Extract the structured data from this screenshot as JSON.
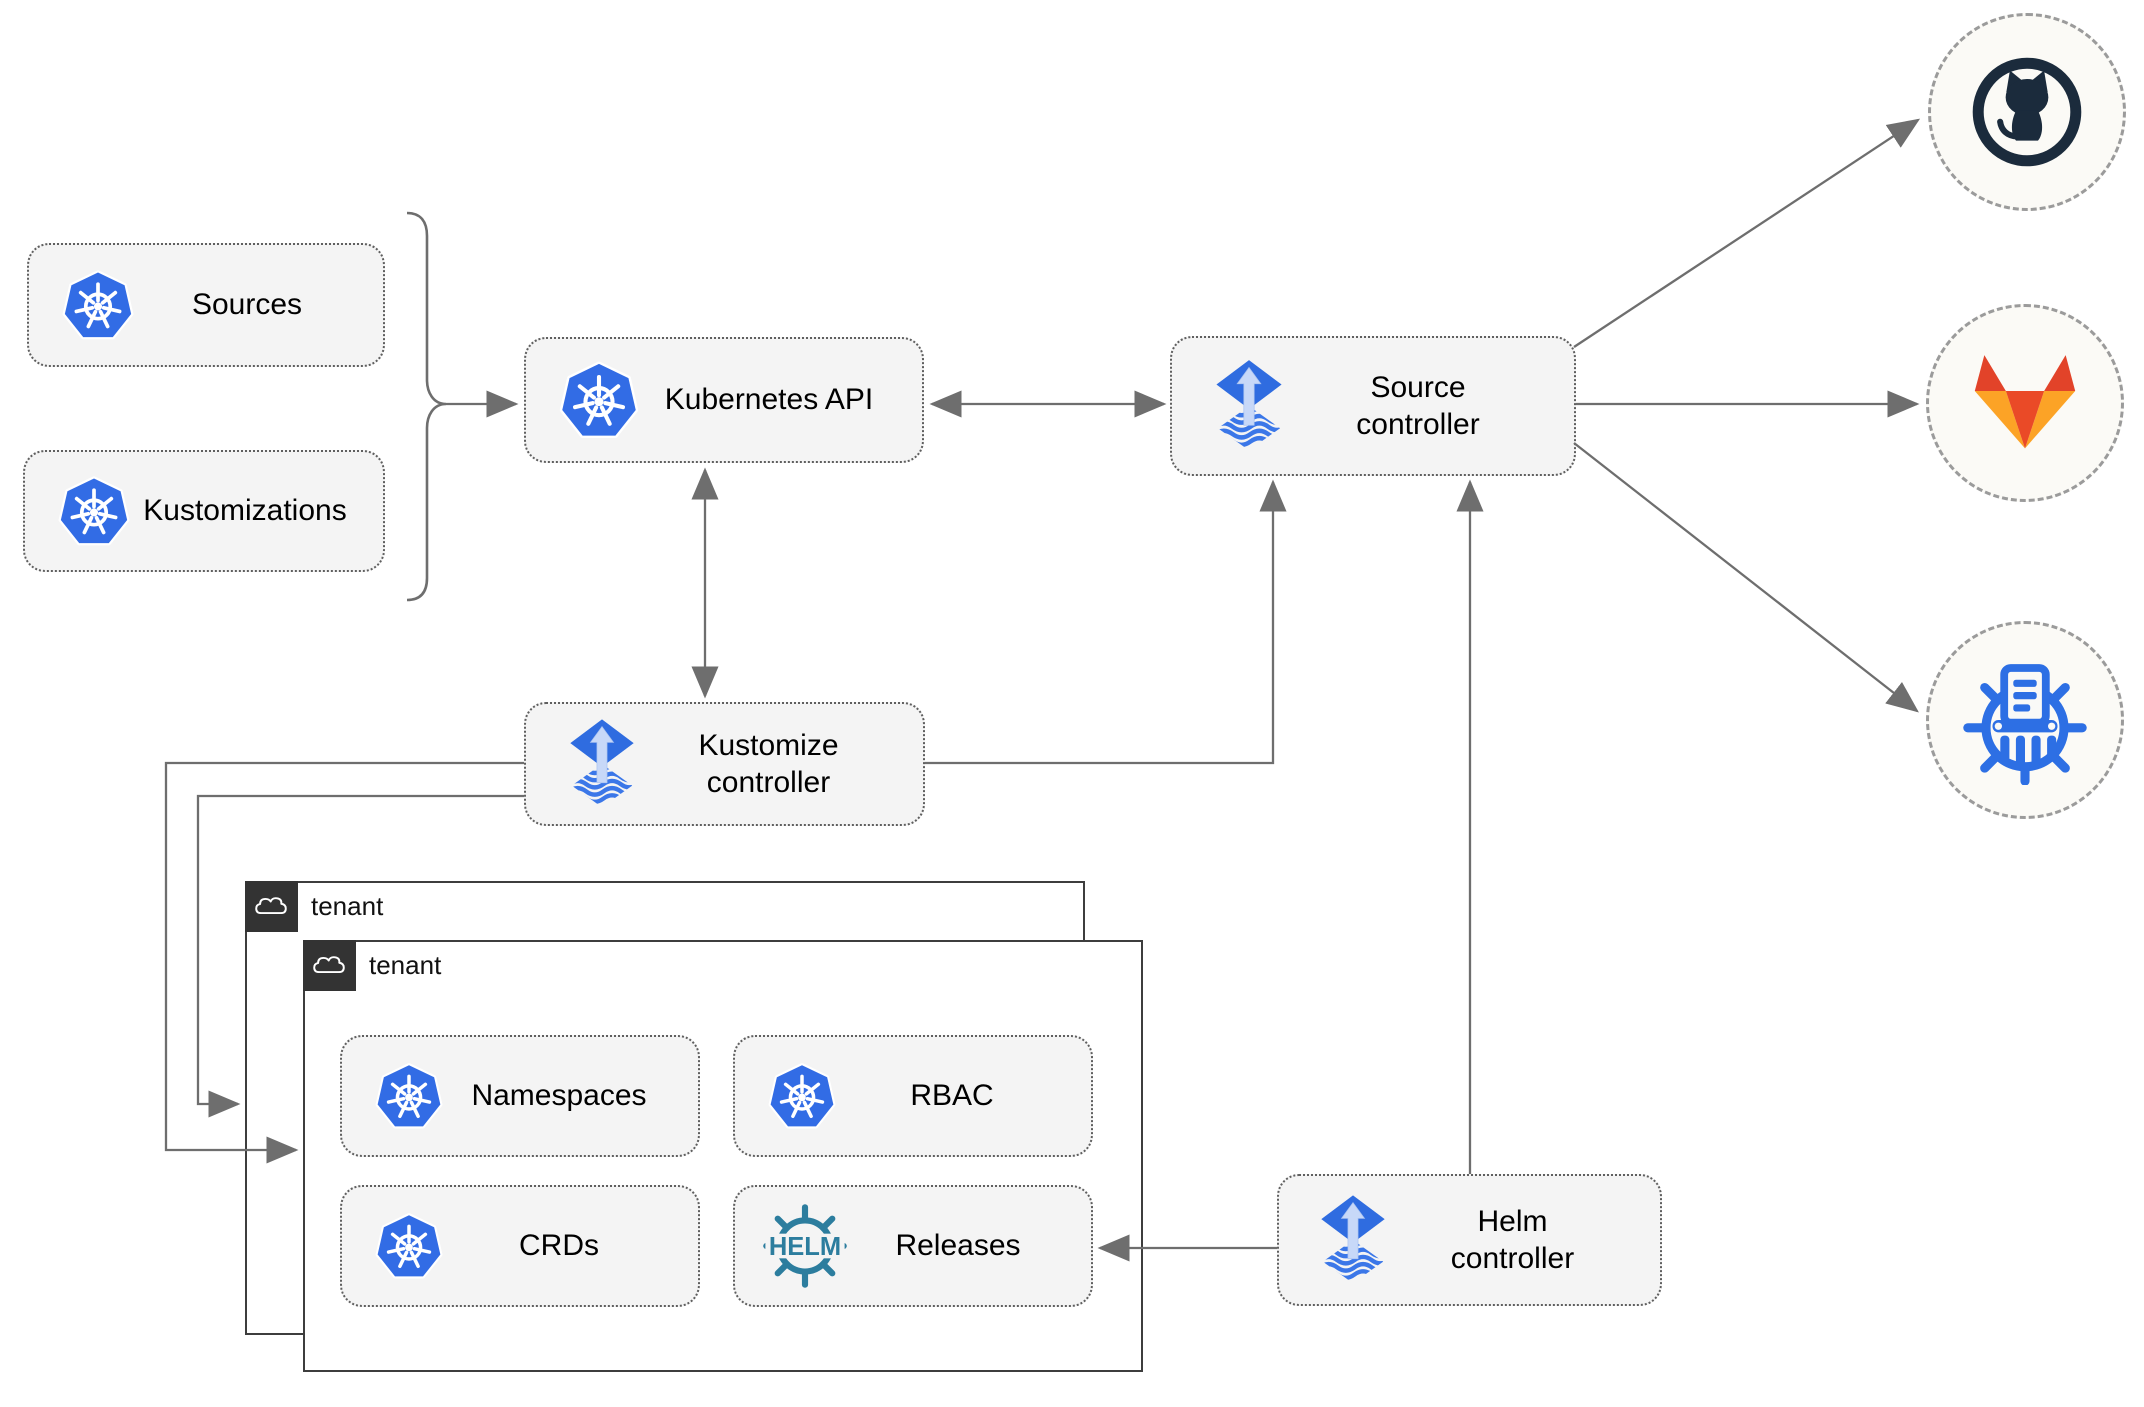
{
  "nodes": {
    "sources": {
      "label": "Sources",
      "icon": "kubernetes-icon"
    },
    "kustomizations": {
      "label": "Kustomizations",
      "icon": "kubernetes-icon"
    },
    "kubernetes_api": {
      "label": "Kubernetes API",
      "icon": "kubernetes-icon"
    },
    "source_controller": {
      "label": "Source controller",
      "icon": "flux-icon"
    },
    "kustomize_controller": {
      "label": "Kustomize controller",
      "icon": "flux-icon"
    },
    "helm_controller": {
      "label": "Helm controller",
      "icon": "flux-icon"
    },
    "tenant_outer": {
      "label": "tenant",
      "icon": "cloud-icon"
    },
    "tenant_inner": {
      "label": "tenant",
      "icon": "cloud-icon"
    },
    "namespaces": {
      "label": "Namespaces",
      "icon": "kubernetes-icon"
    },
    "rbac": {
      "label": "RBAC",
      "icon": "kubernetes-icon"
    },
    "crds": {
      "label": "CRDs",
      "icon": "kubernetes-icon"
    },
    "releases": {
      "label": "Releases",
      "icon": "helm-wheel-icon"
    }
  },
  "helm_logo_text": "HELM",
  "external_targets": [
    {
      "name": "github",
      "icon": "github-icon"
    },
    {
      "name": "gitlab",
      "icon": "gitlab-icon"
    },
    {
      "name": "helm-repository",
      "icon": "helm-repository-icon"
    }
  ],
  "colors": {
    "kubernetes_blue": "#326ce5",
    "flux_blue": "#2f6ce0",
    "flux_wave_blue": "#3b77e8",
    "flux_arrow_light": "#c7d8f8",
    "helm_teal": "#2c7d9e",
    "github_navy": "#1b2b3c",
    "gitlab_red": "#e24329",
    "gitlab_orange": "#ea4a27",
    "gitlab_amber": "#fca326",
    "chartmuseum_blue": "#2d6fe4",
    "node_fill": "#f4f4f4",
    "wire_gray": "#6e6e6e",
    "tenant_tab": "#333333"
  }
}
